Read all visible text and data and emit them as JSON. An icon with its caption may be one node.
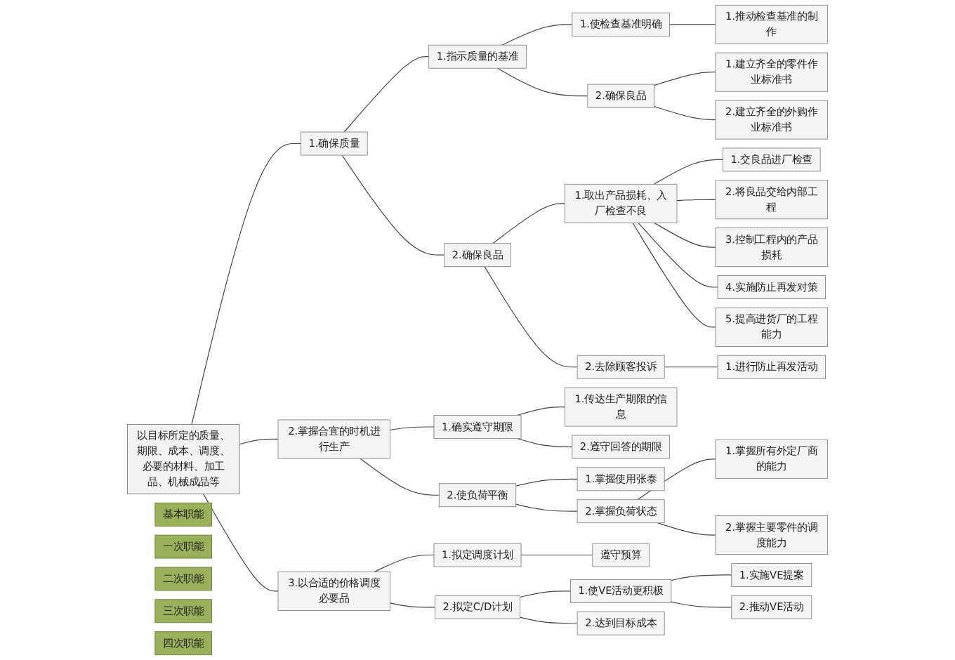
{
  "diagram": {
    "nodes": [
      {
        "text": [
          "基本职能"
        ]
      },
      {
        "text": [
          "一次职能"
        ]
      },
      {
        "text": [
          "二次职能"
        ]
      },
      {
        "text": [
          "三次职能"
        ]
      },
      {
        "text": [
          "四次职能"
        ]
      },
      {
        "text": [
          "以目标所定的质量、期限、成本、调度、必要的材料、加工品、机械成品等"
        ]
      },
      {
        "text": [
          "1.确保质量"
        ]
      },
      {
        "text": [
          "2.掌握合宜的时机进行生产"
        ]
      },
      {
        "text": [
          "3.以合适的价格调度必要品"
        ]
      },
      {
        "text": [
          "1.指示质量的基准"
        ]
      },
      {
        "text": [
          "2.确保良品"
        ]
      },
      {
        "text": [
          "1.确实遵守期限"
        ]
      },
      {
        "text": [
          "2.使负荷平衡"
        ]
      },
      {
        "text": [
          "1.拟定调度计划"
        ]
      },
      {
        "text": [
          "2.拟定C/D计划"
        ]
      },
      {
        "text": [
          "1.使检查基准明确"
        ]
      },
      {
        "text": [
          "2.确保良品"
        ]
      },
      {
        "text": [
          "1.取出产品损耗、入厂检查不良"
        ]
      },
      {
        "text": [
          "2.去除顾客投诉"
        ]
      },
      {
        "text": [
          "1.传达生产期限的信息"
        ]
      },
      {
        "text": [
          "2.遵守回答的期限"
        ]
      },
      {
        "text": [
          "1.掌握使用张泰"
        ]
      },
      {
        "text": [
          "2.掌握负荷状态"
        ]
      },
      {
        "text": [
          "遵守预算"
        ]
      },
      {
        "text": [
          "1.使VE活动更积极"
        ]
      },
      {
        "text": [
          "2.达到目标成本"
        ]
      },
      {
        "text": [
          "1.推动检查基准的制作"
        ]
      },
      {
        "text": [
          "1.建立齐全的零件作业标准书"
        ]
      },
      {
        "text": [
          "2.建立齐全的外购作业标准书"
        ]
      },
      {
        "text": [
          "1.交良品进厂检查"
        ]
      },
      {
        "text": [
          "2.将良品交给内部工程"
        ]
      },
      {
        "text": [
          "3.控制工程内的产品损耗"
        ]
      },
      {
        "text": [
          "4.实施防止再发对策"
        ]
      },
      {
        "text": [
          "5.提高进货厂的工程能力"
        ]
      },
      {
        "text": [
          "1.进行防止再发活动"
        ]
      },
      {
        "text": [
          "1.掌握所有外定厂商的能力"
        ]
      },
      {
        "text": [
          "2.掌握主要零件的调度能力"
        ]
      },
      {
        "text": [
          "1.实施VE提案"
        ]
      },
      {
        "text": [
          "2.推动VE活动"
        ]
      }
    ],
    "edges": [
      {
        "from": 5,
        "to": 6,
        "arrow": "none"
      },
      {
        "from": 5,
        "to": 7,
        "arrow": "none"
      },
      {
        "from": 5,
        "to": 8,
        "arrow": "none"
      },
      {
        "from": 6,
        "to": 9,
        "arrow": "none"
      },
      {
        "from": 6,
        "to": 10,
        "arrow": "none"
      },
      {
        "from": 7,
        "to": 11,
        "arrow": "none"
      },
      {
        "from": 7,
        "to": 12,
        "arrow": "none"
      },
      {
        "from": 8,
        "to": 13,
        "arrow": "none"
      },
      {
        "from": 8,
        "to": 14,
        "arrow": "none"
      },
      {
        "from": 9,
        "to": 15,
        "arrow": "none"
      },
      {
        "from": 9,
        "to": 16,
        "arrow": "none"
      },
      {
        "from": 10,
        "to": 17,
        "arrow": "none"
      },
      {
        "from": 10,
        "to": 18,
        "arrow": "none"
      },
      {
        "from": 11,
        "to": 19,
        "arrow": "none"
      },
      {
        "from": 11,
        "to": 20,
        "arrow": "none"
      },
      {
        "from": 12,
        "to": 21,
        "arrow": "none"
      },
      {
        "from": 12,
        "to": 22,
        "arrow": "none"
      },
      {
        "from": 13,
        "to": 23,
        "arrow": "none"
      },
      {
        "from": 14,
        "to": 24,
        "arrow": "none"
      },
      {
        "from": 14,
        "to": 25,
        "arrow": "none"
      },
      {
        "from": 15,
        "to": 26,
        "arrow": "none"
      },
      {
        "from": 16,
        "to": 27,
        "arrow": "none"
      },
      {
        "from": 16,
        "to": 28,
        "arrow": "none"
      },
      {
        "from": 17,
        "to": 29,
        "arrow": "none"
      },
      {
        "from": 17,
        "to": 30,
        "arrow": "none"
      },
      {
        "from": 17,
        "to": 31,
        "arrow": "none"
      },
      {
        "from": 17,
        "to": 32,
        "arrow": "none"
      },
      {
        "from": 17,
        "to": 33,
        "arrow": "none"
      },
      {
        "from": 18,
        "to": 34,
        "arrow": "none"
      },
      {
        "from": 22,
        "to": 35,
        "arrow": "none"
      },
      {
        "from": 22,
        "to": 36,
        "arrow": "none"
      },
      {
        "from": 24,
        "to": 37,
        "arrow": "none"
      },
      {
        "from": 24,
        "to": 38,
        "arrow": "none"
      }
    ]
  }
}
